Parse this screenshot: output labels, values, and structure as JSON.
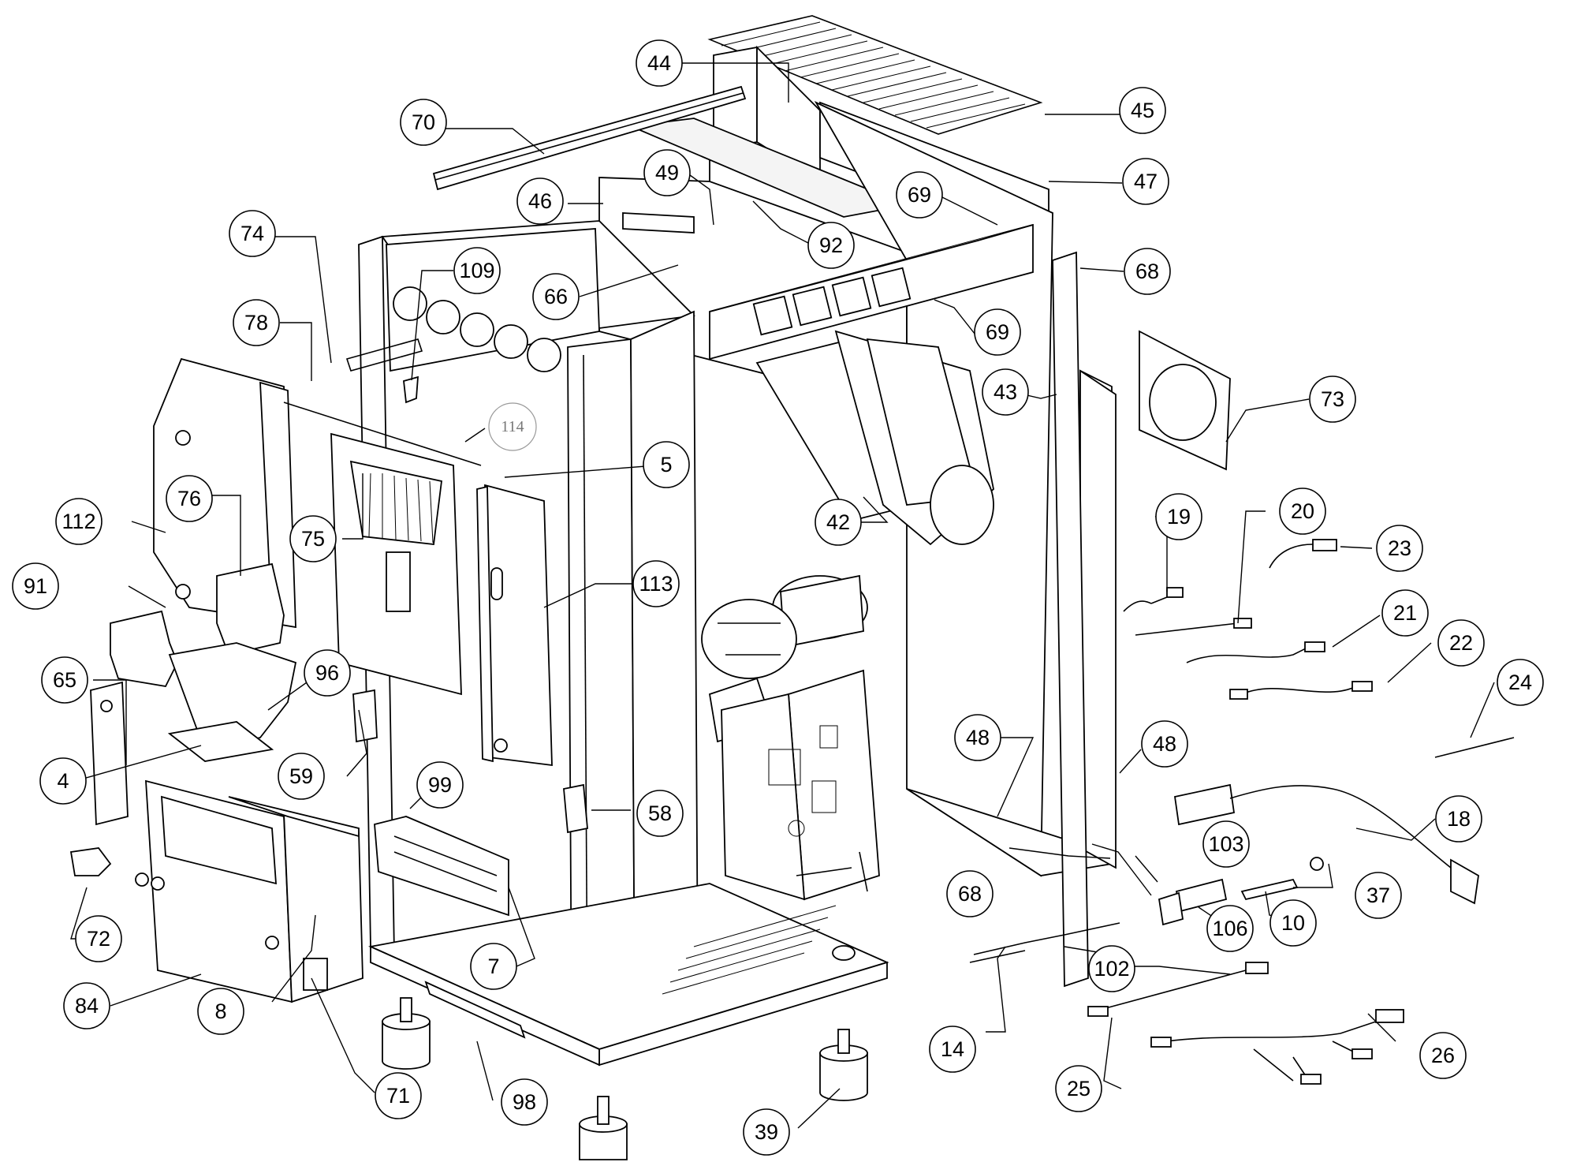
{
  "diagram": {
    "callouts": [
      "44",
      "45",
      "70",
      "49",
      "46",
      "47",
      "69",
      "92",
      "74",
      "109",
      "66",
      "68",
      "78",
      "69",
      "73",
      "43",
      "114",
      "5",
      "112",
      "76",
      "75",
      "42",
      "19",
      "20",
      "23",
      "91",
      "113",
      "21",
      "22",
      "65",
      "96",
      "24",
      "4",
      "59",
      "99",
      "48",
      "48",
      "18",
      "58",
      "103",
      "68",
      "37",
      "72",
      "7",
      "10",
      "106",
      "84",
      "8",
      "102",
      "14",
      "26",
      "71",
      "98",
      "25",
      "39"
    ]
  }
}
